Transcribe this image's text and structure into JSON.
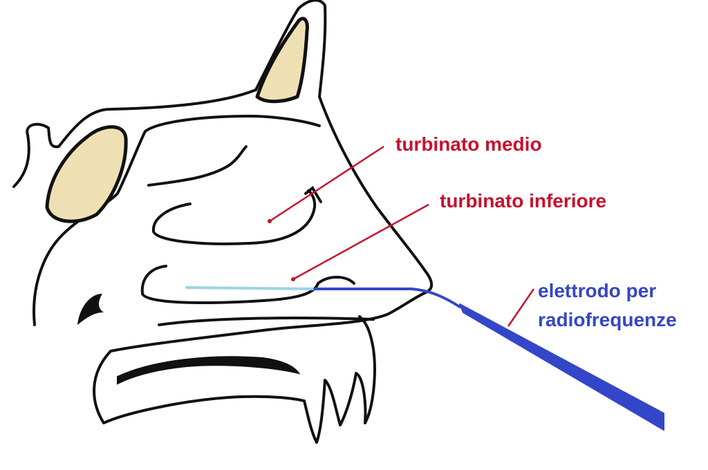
{
  "labels": {
    "middle_turbinate": "turbinato medio",
    "inferior_turbinate": "turbinato inferiore",
    "electrode_line1": "elettrodo per",
    "electrode_line2": "radiofrequenze"
  },
  "colors": {
    "outline": "#111111",
    "sinus_fill": "#efe0b4",
    "label_red": "#c8102e",
    "electrode_blue": "#3446c8",
    "electrode_tip": "#9ad4e6",
    "background": "#ffffff"
  }
}
